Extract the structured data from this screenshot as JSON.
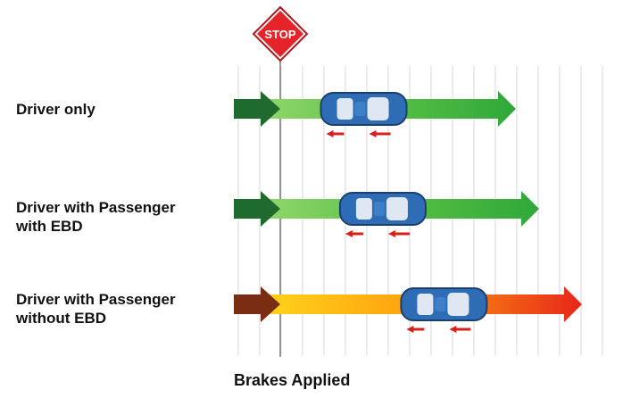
{
  "stop_sign": {
    "text": "STOP",
    "color": "#e5242a"
  },
  "rows": [
    {
      "label": "Driver only",
      "arrow_colors": [
        "#1f6b2e",
        "#6ccb4a",
        "#2fa83a"
      ],
      "car_position": 0.34
    },
    {
      "label": "Driver with Passenger\nwith EBD",
      "arrow_colors": [
        "#1f6b2e",
        "#6ccb4a",
        "#2fa83a"
      ],
      "car_position": 0.39
    },
    {
      "label": "Driver with Passenger\nwithout EBD",
      "arrow_colors": [
        "#7a2d12",
        "#ffd21a",
        "#e8261b"
      ],
      "car_position": 0.55
    }
  ],
  "axis_label": "Brakes Applied",
  "colors": {
    "car_body": "#2e6db5",
    "car_glass": "#dfe8f2",
    "brake_arrow": "#d6201c",
    "grid": "#d9d9d9",
    "brake_line": "#7a7a7a"
  }
}
